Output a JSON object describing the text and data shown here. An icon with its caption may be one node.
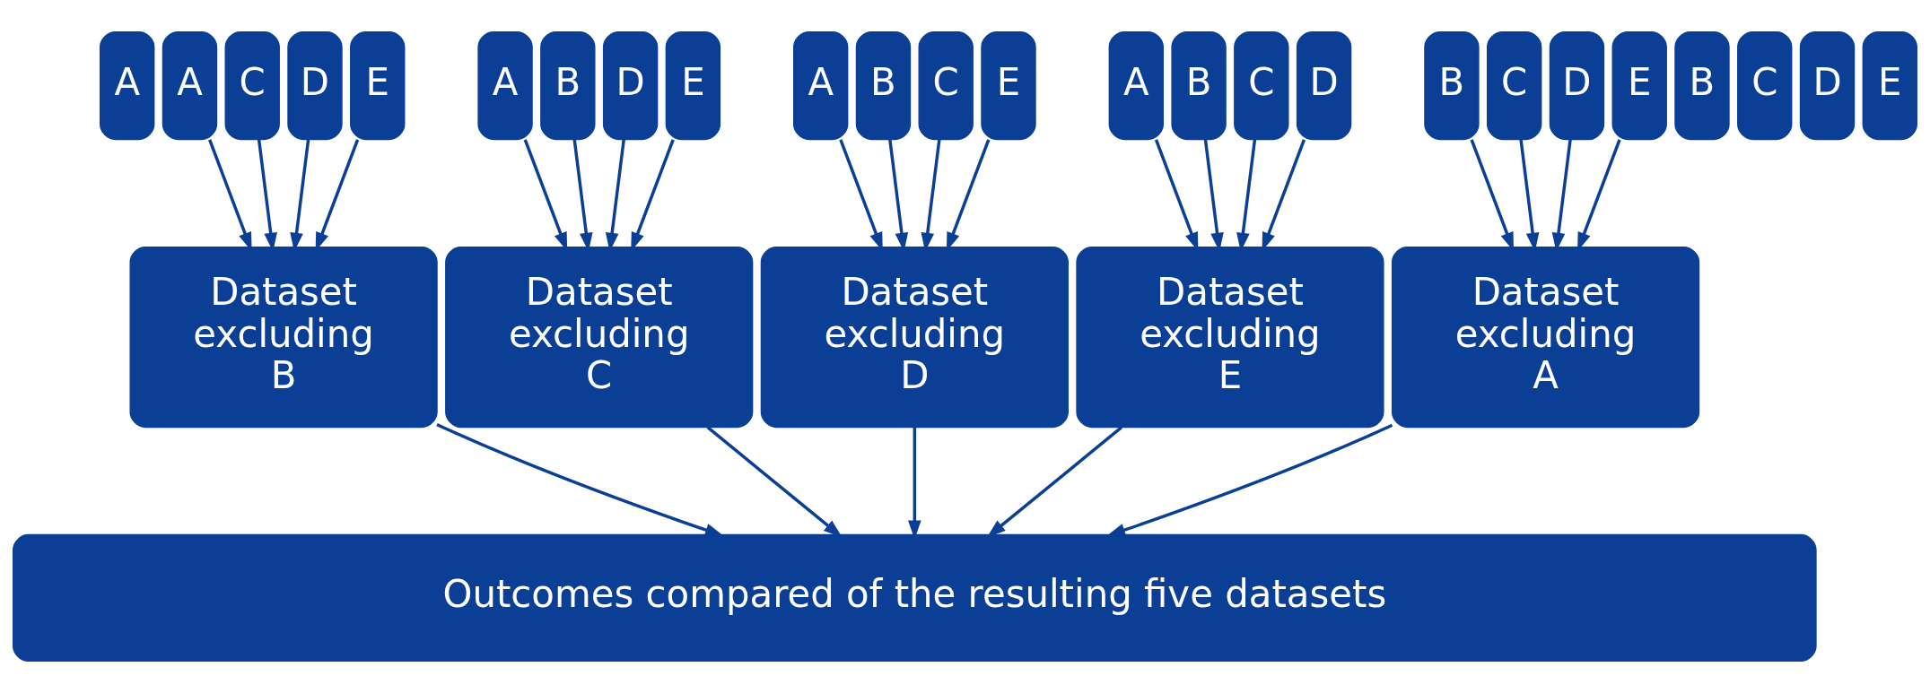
{
  "diagram": {
    "nodes": [
      {
        "text": [
          "A"
        ]
      },
      {
        "text": [
          "B"
        ]
      },
      {
        "text": [
          "C"
        ]
      },
      {
        "text": [
          "D"
        ]
      },
      {
        "text": [
          "E"
        ]
      },
      {
        "text": [
          "A"
        ]
      },
      {
        "text": [
          "B"
        ]
      },
      {
        "text": [
          "C"
        ]
      },
      {
        "text": [
          "D"
        ]
      },
      {
        "text": [
          "E"
        ]
      },
      {
        "text": [
          "A"
        ]
      },
      {
        "text": [
          "B"
        ]
      },
      {
        "text": [
          "C"
        ]
      },
      {
        "text": [
          "D"
        ]
      },
      {
        "text": [
          "E"
        ]
      },
      {
        "text": [
          "A"
        ]
      },
      {
        "text": [
          "B"
        ]
      },
      {
        "text": [
          "C"
        ]
      },
      {
        "text": [
          "D"
        ]
      },
      {
        "text": [
          "E"
        ]
      },
      {
        "text": [
          "A"
        ]
      },
      {
        "text": [
          "B"
        ]
      },
      {
        "text": [
          "C"
        ]
      },
      {
        "text": [
          "D"
        ]
      },
      {
        "text": [
          "E"
        ]
      },
      {
        "text": [
          "Dataset excluding A"
        ]
      },
      {
        "text": [
          "Dataset excluding B"
        ]
      },
      {
        "text": [
          "Dataset excluding C"
        ]
      },
      {
        "text": [
          "Dataset excluding D"
        ]
      },
      {
        "text": [
          "Dataset excluding E"
        ]
      },
      {
        "text": [
          "Outcomes compared of the resulting five datasets"
        ]
      }
    ],
    "edges": [
      {
        "from": 1,
        "to": 25,
        "arrow": "to"
      },
      {
        "from": 2,
        "to": 25,
        "arrow": "to"
      },
      {
        "from": 3,
        "to": 25,
        "arrow": "to"
      },
      {
        "from": 4,
        "to": 25,
        "arrow": "to"
      },
      {
        "from": 5,
        "to": 26,
        "arrow": "to"
      },
      {
        "from": 7,
        "to": 26,
        "arrow": "to"
      },
      {
        "from": 8,
        "to": 26,
        "arrow": "to"
      },
      {
        "from": 9,
        "to": 26,
        "arrow": "to"
      },
      {
        "from": 10,
        "to": 27,
        "arrow": "to"
      },
      {
        "from": 11,
        "to": 27,
        "arrow": "to"
      },
      {
        "from": 13,
        "to": 27,
        "arrow": "to"
      },
      {
        "from": 14,
        "to": 27,
        "arrow": "to"
      },
      {
        "from": 15,
        "to": 28,
        "arrow": "to"
      },
      {
        "from": 16,
        "to": 28,
        "arrow": "to"
      },
      {
        "from": 17,
        "to": 28,
        "arrow": "to"
      },
      {
        "from": 19,
        "to": 28,
        "arrow": "to"
      },
      {
        "from": 20,
        "to": 29,
        "arrow": "to"
      },
      {
        "from": 21,
        "to": 29,
        "arrow": "to"
      },
      {
        "from": 22,
        "to": 29,
        "arrow": "to"
      },
      {
        "from": 23,
        "to": 29,
        "arrow": "to"
      },
      {
        "from": 25,
        "to": 30,
        "arrow": "to"
      },
      {
        "from": 26,
        "to": 30,
        "arrow": "to"
      },
      {
        "from": 27,
        "to": 30,
        "arrow": "to"
      },
      {
        "from": 28,
        "to": 30,
        "arrow": "to"
      },
      {
        "from": 29,
        "to": 30,
        "arrow": "to"
      }
    ]
  }
}
